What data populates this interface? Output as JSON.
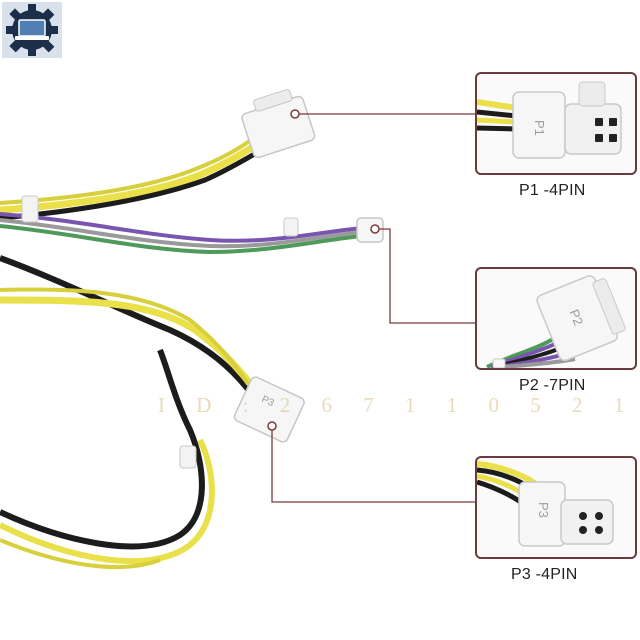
{
  "logo": {
    "icon": "gear-laptop-icon",
    "colors": {
      "gear": "#1b2f4a",
      "screen": "#4f7fb3",
      "background": "#d9e2ec"
    }
  },
  "watermark": {
    "text": "I D : 2 6 7 1 1 0 5 2 1 1"
  },
  "connectors": [
    {
      "id": "p1",
      "caption": "P1 -4PIN",
      "housing_label": "P1"
    },
    {
      "id": "p2",
      "caption": "P2 -7PIN",
      "housing_label": "P2"
    },
    {
      "id": "p3",
      "caption": "P3 -4PIN",
      "housing_label": "P3"
    }
  ],
  "colors": {
    "leader_line": "#7a3b3b",
    "wire_yellow": "#e9e04a",
    "wire_black": "#1c1c1c",
    "wire_purple": "#7a55b0",
    "wire_green": "#4f9a5a",
    "wire_gray": "#9a9a9a",
    "housing": "#f6f6f6"
  }
}
